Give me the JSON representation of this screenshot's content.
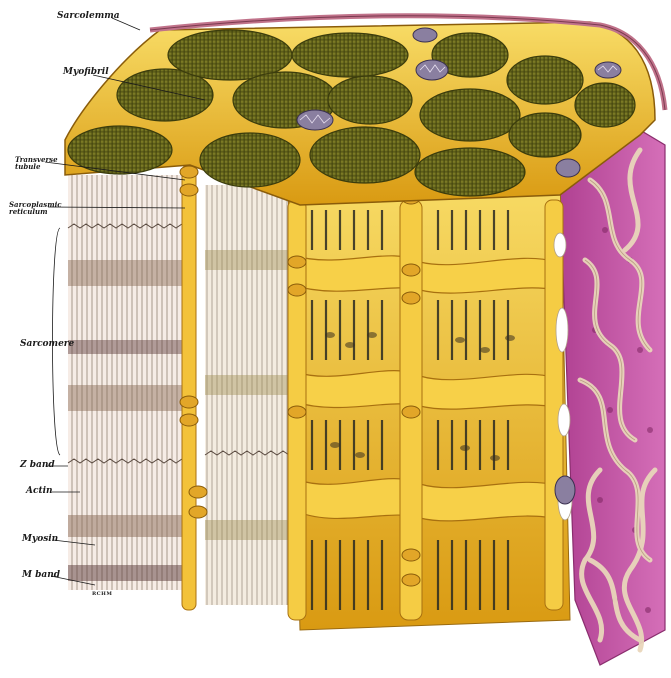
{
  "labels": {
    "sarcolemma": "Sarcolemma",
    "myofibril": "Myofibril",
    "transverse_line1": "Transverse",
    "transverse_line2": "tubule",
    "reticulum_line1": "Sarcoplasmic",
    "reticulum_line2": "reticulum",
    "sarcomere": "Sarcomere",
    "z_band": "Z band",
    "actin": "Actin",
    "myosin": "Myosin",
    "m_band": "M band",
    "signature": "RCHM"
  },
  "colors": {
    "sarcolemma": "#c0728a",
    "sarcoplasm": "#e8b72a",
    "sarcoplasm_light": "#f6d35a",
    "myofibril": "#7a7a22",
    "myofibril_dark": "#4f5114",
    "endomysium": "#c64fa6",
    "collagen": "#e6d3b8",
    "mitochondria": "#8a7fa0",
    "filament": "#6b5744",
    "band_dark": "#8a6a55"
  }
}
